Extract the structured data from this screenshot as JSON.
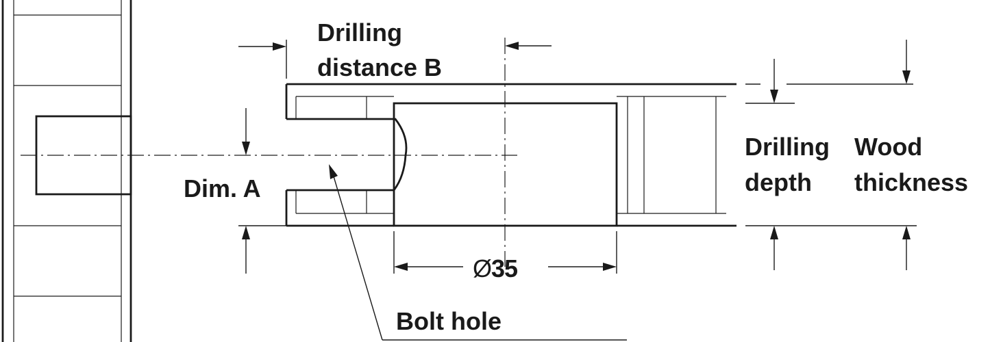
{
  "labels": {
    "drilling_distance_line1": "Drilling",
    "drilling_distance_line2": "distance B",
    "dim_a": "Dim. A",
    "drilling_depth_line1": "Drilling",
    "drilling_depth_line2": "depth",
    "wood_thickness_line1": "Wood",
    "wood_thickness_line2": "thickness",
    "diameter_symbol": "Ø",
    "diameter_value": "35",
    "bolt_hole": "Bolt hole"
  },
  "colors": {
    "line": "#1a1a1a",
    "background": "#ffffff"
  }
}
